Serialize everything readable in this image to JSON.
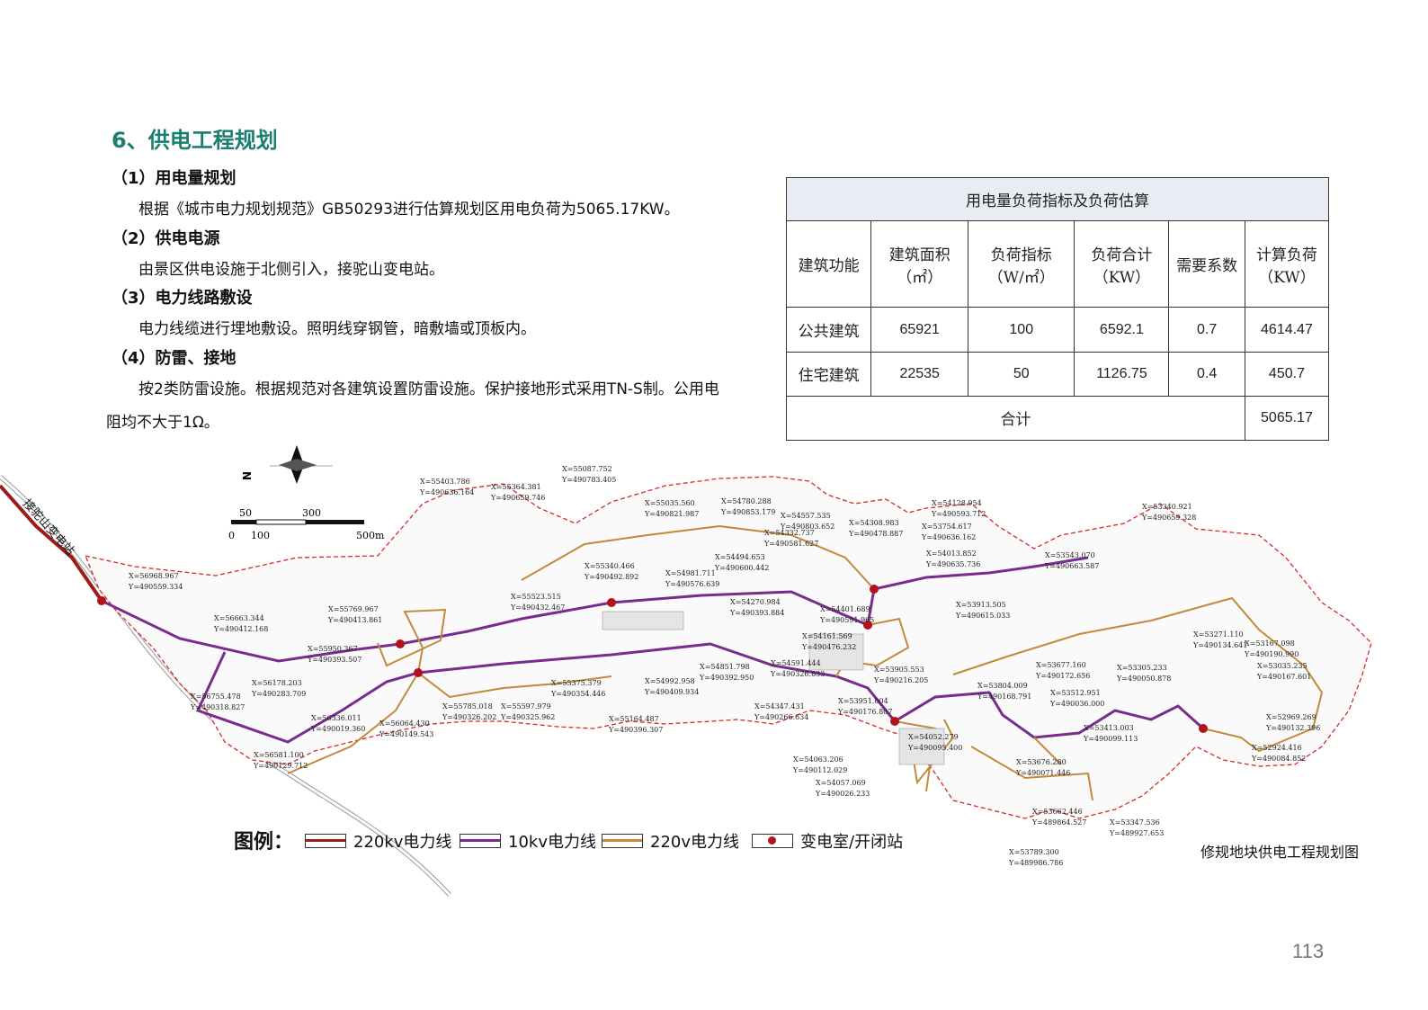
{
  "section_title": "6、供电工程规划",
  "sections": [
    {
      "heading": "（1）用电量规划",
      "text": "根据《城市电力规划规范》GB50293进行估算规划区用电负荷为5065.17KW。"
    },
    {
      "heading": "（2）供电电源",
      "text": "由景区供电设施于北侧引入，接驼山变电站。"
    },
    {
      "heading": "（3）电力线路敷设",
      "text": "电力线缆进行埋地敷设。照明线穿钢管，暗敷墙或顶板内。"
    },
    {
      "heading": "（4）防雷、接地",
      "text": "按2类防雷设施。根据规范对各建筑设置防雷设施。保护接地形式采用TN-S制。公用电",
      "text_cont": "阻均不大于1Ω。"
    }
  ],
  "table": {
    "title": "用电量负荷指标及负荷估算",
    "headers": [
      "建筑功能",
      "建筑面积（㎡）",
      "负荷指标（W/㎡）",
      "负荷合计（KW）",
      "需要系数",
      "计算负荷（KW）"
    ],
    "header_lines": [
      [
        "建筑功能"
      ],
      [
        "建筑面积",
        "（㎡）"
      ],
      [
        "负荷指标",
        "（W/㎡）"
      ],
      [
        "负荷合计",
        "（KW）"
      ],
      [
        "需要系数"
      ],
      [
        "计算负荷",
        "（KW）"
      ]
    ],
    "rows": [
      [
        "公共建筑",
        "65921",
        "100",
        "6592.1",
        "0.7",
        "4614.47"
      ],
      [
        "住宅建筑",
        "22535",
        "50",
        "1126.75",
        "0.4",
        "450.7"
      ]
    ],
    "total_label": "合计",
    "total_value": "5065.17"
  },
  "map": {
    "station_label": "接驼山变电站",
    "north_label": "N",
    "scale_labels": [
      "50",
      "300",
      "0",
      "100",
      "500m"
    ],
    "coords": [
      "X=56968.967",
      "Y=490559.334",
      "X=56663.344",
      "Y=490412.168",
      "X=55769.967",
      "Y=490413.861",
      "X=55950.367",
      "Y=490393.507",
      "X=56178.203",
      "Y=490283.709",
      "X=56755.478",
      "Y=490318.827",
      "X=56336.011",
      "Y=490019.360",
      "X=56064.430",
      "Y=490149.543",
      "X=56581.100",
      "Y=490129.712",
      "X=55403.786",
      "Y=490636.164",
      "X=55364.381",
      "Y=490659.746",
      "X=55087.752",
      "Y=490783.405",
      "X=55035.560",
      "Y=490821.987",
      "X=54780.288",
      "Y=490853.179",
      "X=54557.535",
      "Y=490803.652",
      "X=54308.983",
      "Y=490478.887",
      "X=54128.954",
      "Y=490593.712",
      "X=53340.921",
      "Y=490659.328",
      "X=55340.466",
      "Y=490492.892",
      "X=54981.711",
      "Y=490576.639",
      "X=54494.653",
      "Y=490600.442",
      "X=55523.515",
      "Y=490432.467",
      "X=54270.984",
      "Y=490393.884",
      "X=53913.505",
      "Y=490615.033",
      "X=53543.070",
      "Y=490663.587",
      "X=54401.689",
      "Y=490591.965",
      "X=54161.569",
      "Y=490476.232",
      "X=54591.444",
      "Y=490326.833",
      "X=54851.798",
      "Y=490392.950",
      "X=53905.553",
      "Y=490216.205",
      "X=55375.379",
      "Y=490354.446",
      "X=54992.958",
      "Y=490409.934",
      "X=55785.018",
      "Y=490326.202",
      "X=55597.979",
      "Y=490325.962",
      "X=55164.487",
      "Y=490396.307",
      "X=54347.431",
      "Y=490266.634",
      "X=53951.004",
      "Y=490176.807",
      "X=54052.279",
      "Y=490095.400",
      "X=53804.009",
      "Y=490168.791",
      "X=53677.160",
      "Y=490172.656",
      "X=53305.233",
      "Y=490050.878",
      "X=53512.951",
      "Y=490036.000",
      "X=53413.003",
      "Y=490099.113",
      "X=53271.110",
      "Y=490134.641",
      "X=53167.098",
      "Y=490190.990",
      "X=53035.235",
      "Y=490167.601",
      "X=52969.269",
      "Y=490132.396",
      "X=52924.416",
      "Y=490084.852",
      "X=54063.206",
      "Y=490112.029",
      "X=54057.069",
      "Y=490026.233",
      "X=53676.280",
      "Y=490071.446",
      "X=53662.446",
      "Y=489864.527",
      "X=53347.536",
      "Y=489927.653",
      "X=53789.300",
      "Y=489986.786",
      "X=54332.737",
      "Y=490581.627",
      "X=53754.617",
      "Y=490636.162",
      "X=54013.852",
      "Y=490635.736"
    ]
  },
  "legend": {
    "title": "图例：",
    "items": [
      {
        "label": "220kv电力线",
        "color": "#9c1c1c"
      },
      {
        "label": "10kv电力线",
        "color": "#7a2c8c"
      },
      {
        "label": "220v电力线",
        "color": "#c28a3a"
      },
      {
        "label": "变电室/开闭站",
        "color": "#b3121b"
      }
    ]
  },
  "caption": "修规地块供电工程规划图",
  "page_number": "113"
}
